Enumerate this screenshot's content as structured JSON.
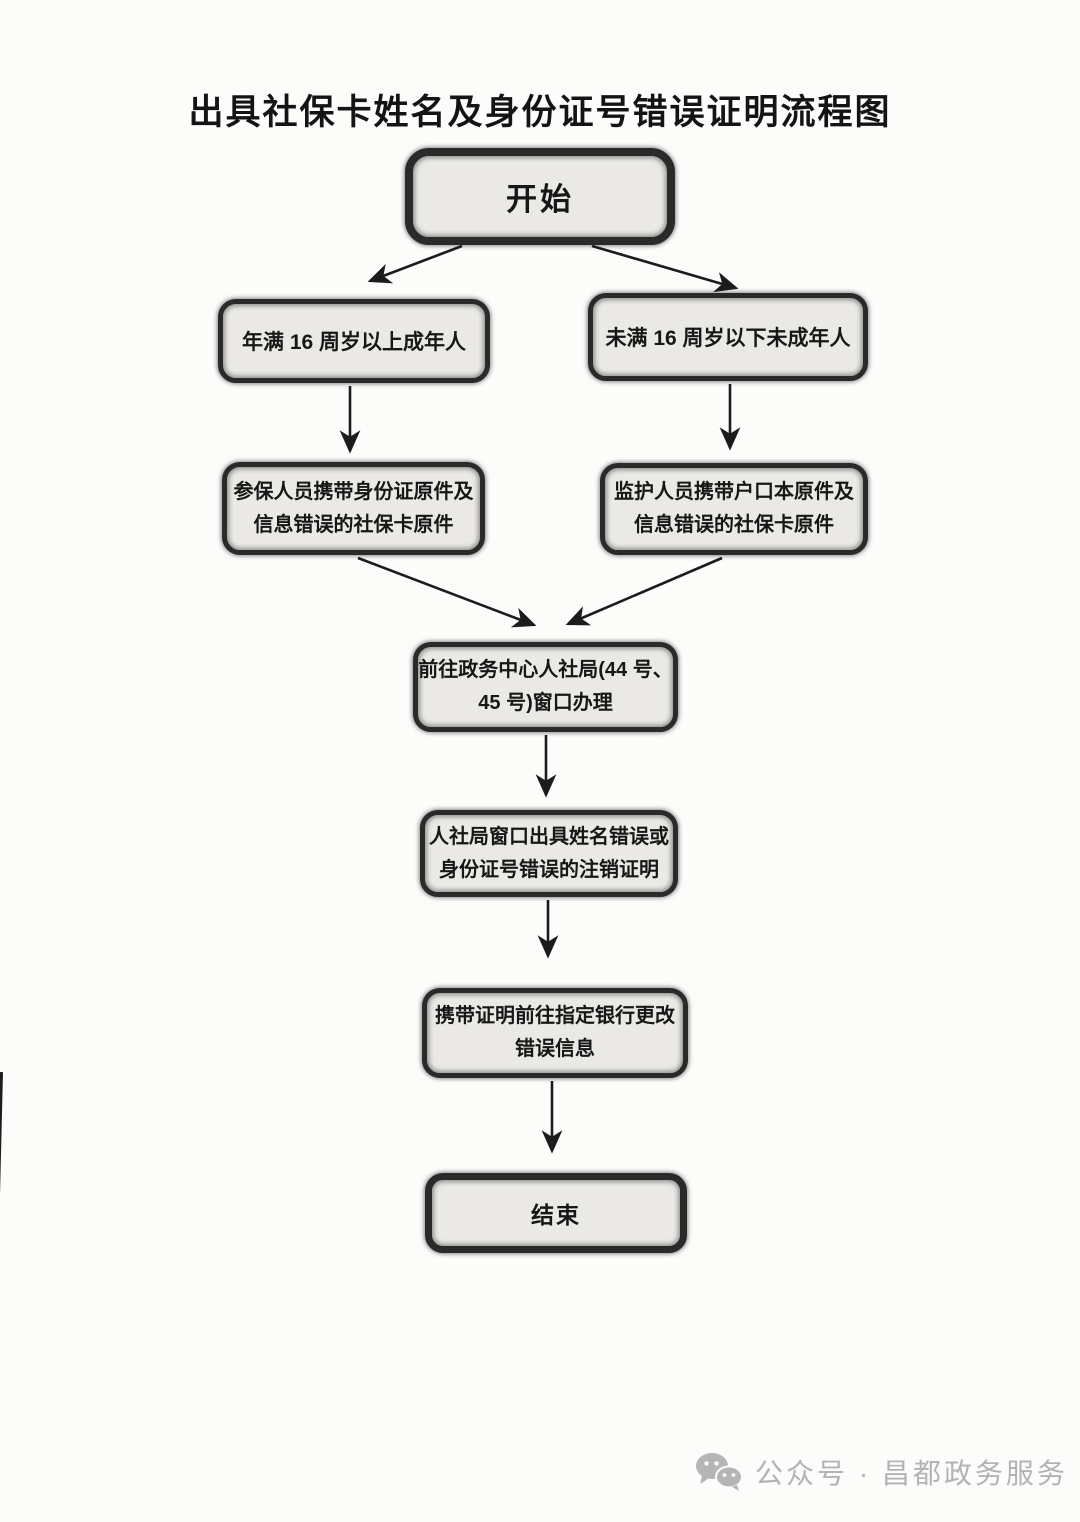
{
  "page": {
    "title": "出具社保卡姓名及身份证号错误证明流程图"
  },
  "colors": {
    "page_bg": "#fcfcfa",
    "box_fill": "#eae9e5",
    "box_border": "#2a2a2a",
    "box_text": "#171717",
    "arrow": "#1c1c1c",
    "footer_text": "#b3b3b3"
  },
  "flowchart": {
    "nodes": {
      "start": {
        "lines": [
          "开始"
        ]
      },
      "adult": {
        "lines": [
          "年满 16 周岁以上成年人"
        ]
      },
      "minor": {
        "lines": [
          "未满 16 周岁以下未成年人"
        ]
      },
      "adult_docs": {
        "lines": [
          "参保人员携带身份证原件及",
          "信息错误的社保卡原件"
        ]
      },
      "guardian_docs": {
        "lines": [
          "监护人员携带户口本原件及",
          "信息错误的社保卡原件"
        ]
      },
      "window": {
        "lines": [
          "前往政务中心人社局(44 号、",
          "45 号)窗口办理"
        ]
      },
      "cert": {
        "lines": [
          "人社局窗口出具姓名错误或",
          "身份证号错误的注销证明"
        ]
      },
      "bank": {
        "lines": [
          "携带证明前往指定银行更改",
          "错误信息"
        ]
      },
      "end": {
        "lines": [
          "结束"
        ]
      }
    },
    "edges": [
      {
        "from": "start",
        "to": "adult"
      },
      {
        "from": "start",
        "to": "minor"
      },
      {
        "from": "adult",
        "to": "adult_docs"
      },
      {
        "from": "minor",
        "to": "guardian_docs"
      },
      {
        "from": "adult_docs",
        "to": "window"
      },
      {
        "from": "guardian_docs",
        "to": "window"
      },
      {
        "from": "window",
        "to": "cert"
      },
      {
        "from": "cert",
        "to": "bank"
      },
      {
        "from": "bank",
        "to": "end"
      }
    ]
  },
  "footer": {
    "icon": "wechat-icon",
    "label": "公众号 · 昌都政务服务"
  }
}
